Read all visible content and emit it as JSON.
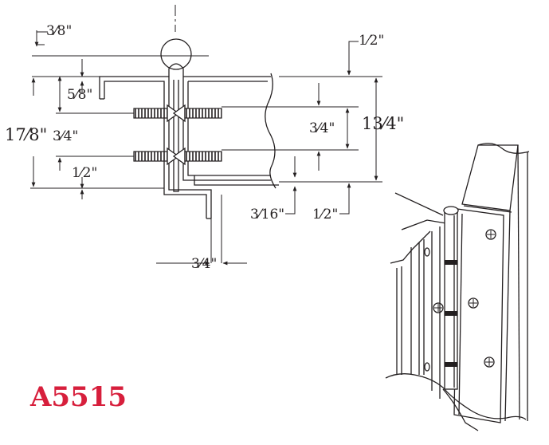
{
  "model": {
    "label": "A5515",
    "color": "#d71f3c"
  },
  "dimensions": {
    "top_left": "3⁄8\"",
    "top_right": "1⁄2\"",
    "leaf_offset": "5⁄8\"",
    "overall_left": "17⁄8\"",
    "screw_spacing_left": "3⁄4\"",
    "bottom_left": "1⁄2\"",
    "screw_spacing_right": "3⁄4\"",
    "overall_right": "13⁄4\"",
    "bottom_gap": "3⁄16\"",
    "bottom_right": "1⁄2\"",
    "width_bottom": "3⁄4\""
  }
}
